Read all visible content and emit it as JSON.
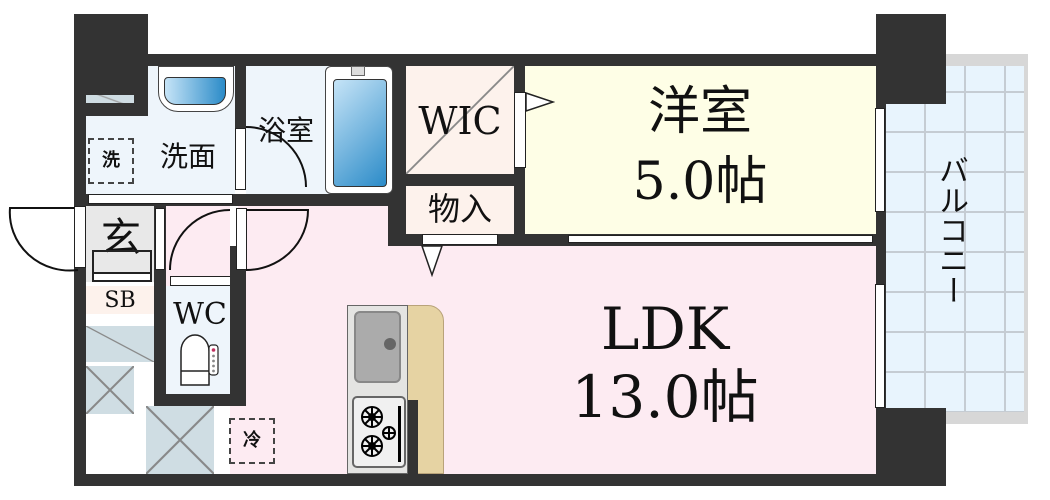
{
  "plan": {
    "colors": {
      "wall": "#333333",
      "ldk": "#fdebf2",
      "western": "#fefee6",
      "storage": "#fdf2ec",
      "wet": "#eef5fb",
      "entrance": "#e8e8e8",
      "balcony": "#e8f4fd",
      "balcony_frame": "#d7d7d7",
      "counter": "#e6d3a3",
      "void": "#cfdde3"
    },
    "rooms": {
      "western": {
        "name": "洋室",
        "size": "5.0帖"
      },
      "ldk": {
        "name": "LDK",
        "size": "13.0帖"
      },
      "wic": {
        "name": "WIC"
      },
      "storage": {
        "name": "物入"
      },
      "bath": {
        "name": "浴室"
      },
      "washroom": {
        "name": "洗面"
      },
      "washer": {
        "name": "洗"
      },
      "entrance": {
        "name": "玄"
      },
      "shoebox": {
        "name": "SB"
      },
      "toilet": {
        "name": "WC"
      },
      "fridge": {
        "name": "冷"
      },
      "balcony": {
        "name": "バルコニー"
      }
    }
  }
}
